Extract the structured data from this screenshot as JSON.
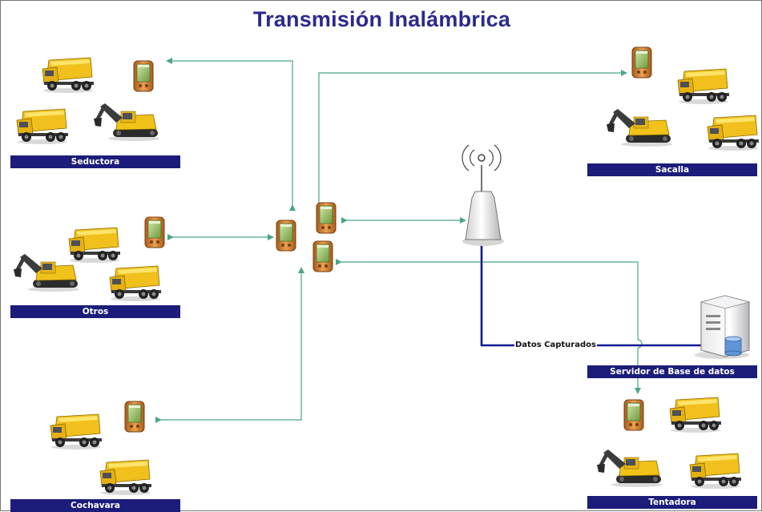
{
  "title": "Transmisión Inalámbrica",
  "sites": {
    "seductora": "Seductora",
    "sacalla": "Sacalla",
    "otros": "Otros",
    "cochavara": "Cochavara",
    "tentadora": "Tentadora"
  },
  "server_label": "Servidor de Base de datos",
  "data_link_label": "Datos Capturados",
  "colors": {
    "title": "#2a2a8c",
    "label_bg": "#1c1c7a",
    "wireless_link": "#4aa58a",
    "wired_link": "#101a8e",
    "truck": "#f0c21a",
    "pda": "#d5892f"
  },
  "icons": [
    "dump-truck-icon",
    "excavator-icon",
    "pda-icon",
    "antenna-tower-icon",
    "server-icon",
    "database-icon"
  ]
}
